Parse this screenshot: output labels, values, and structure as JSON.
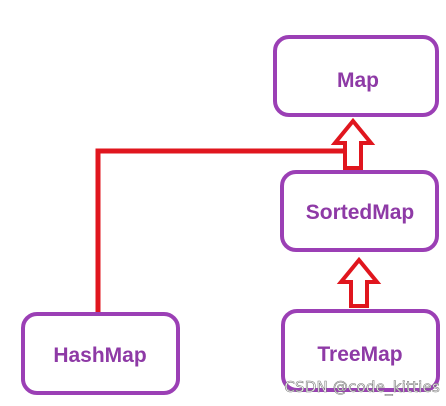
{
  "nodes": {
    "map": "Map",
    "sorted_map": "SortedMap",
    "hash_map": "HashMap",
    "tree_map": "TreeMap"
  },
  "watermark": "CSDN @code_kitties",
  "colors": {
    "box_border": "#9b3fb5",
    "box_text": "#8e3aa6",
    "connector": "#e0161e",
    "background": "#ffffff"
  }
}
